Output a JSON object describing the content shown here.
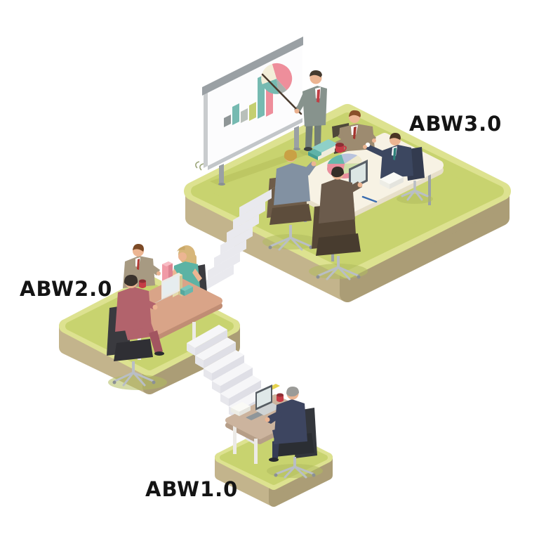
{
  "labels": {
    "abw3": "ABW3.0",
    "abw2": "ABW2.0",
    "abw1": "ABW1.0"
  },
  "palette": {
    "platform_top": "#c8d36f",
    "platform_bevel": "#dde290",
    "platform_side_left": "#c3b48c",
    "platform_side_right": "#ab9d76",
    "stair_tread": "#f6f6f8",
    "stair_riser_light": "#e9e9ee",
    "stair_side_dark": "#d9d9e1",
    "table_top": "#f7f2e4",
    "desk_top": "#d9a488",
    "chart_teal": "#76bab1",
    "chart_pink": "#ee8e9b",
    "chart_green": "#c4cf70",
    "accent_red_mug": "#c63c46",
    "label_color": "#141414"
  }
}
